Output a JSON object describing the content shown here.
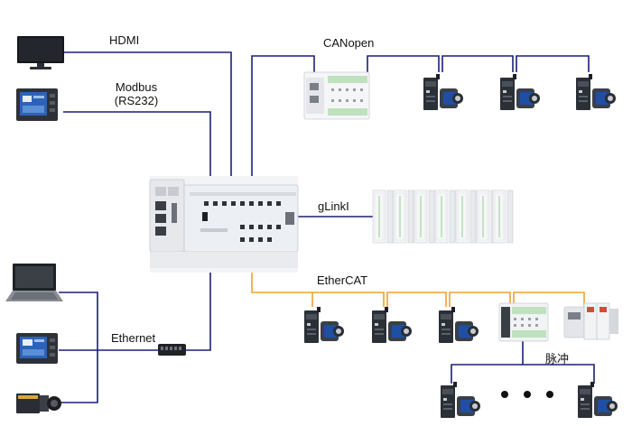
{
  "labels": {
    "hdmi": "HDMI",
    "modbus_line1": "Modbus",
    "modbus_line2": "(RS232)",
    "canopen": "CANopen",
    "glink": "gLinkI",
    "ethercat": "EtherCAT",
    "ethernet": "Ethernet",
    "pulse": "脉冲"
  },
  "colors": {
    "bus_line": "#1c1f7a",
    "ethercat_line": "#f0a032",
    "controller_body": "#eceff3",
    "drive_body": "#2b2f36",
    "motor_blue": "#1f4fa3"
  },
  "devices": {
    "monitor_icon": "monitor-icon",
    "hmi_icon": "hmi-panel-icon",
    "laptop_icon": "laptop-icon",
    "camera_icon": "industrial-camera-icon",
    "switch_icon": "ethernet-switch-icon",
    "controller_icon": "motion-controller-icon",
    "io_module_icon": "io-module-icon",
    "servo_icon": "servo-drive-motor-icon"
  }
}
